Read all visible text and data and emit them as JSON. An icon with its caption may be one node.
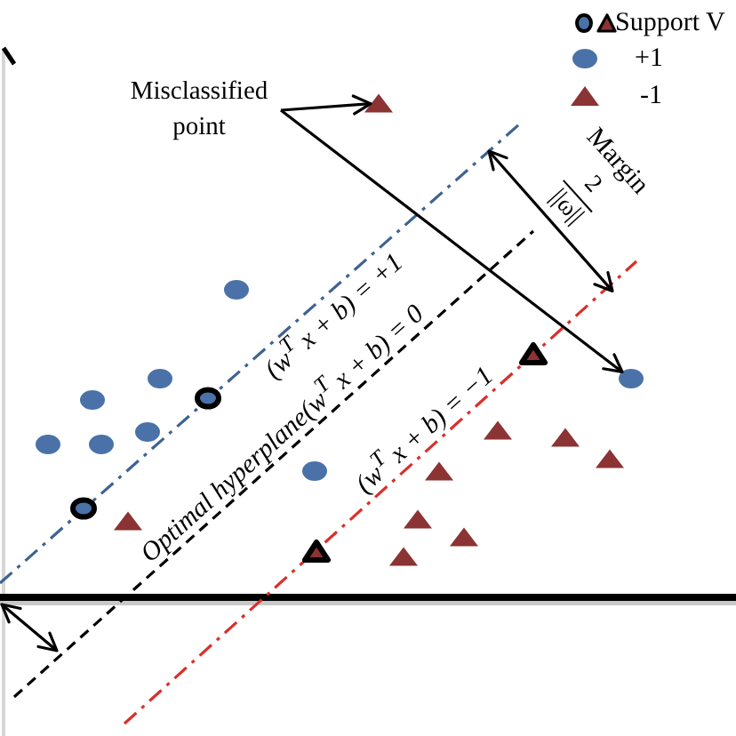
{
  "diagram": {
    "nodes": [
      {
        "text": [
          "Misclassified point"
        ]
      },
      {
        "text": [],
        "shape": "triangle"
      },
      {
        "text": [],
        "shape": "circle"
      },
      {
        "text": [],
        "shape": "triangle"
      },
      {
        "text": [],
        "shape": "circle"
      },
      {
        "text": [],
        "shape": "circle"
      },
      {
        "text": [],
        "shape": "circle"
      },
      {
        "text": [],
        "shape": "circle"
      },
      {
        "text": [],
        "shape": "triangle"
      },
      {
        "text": [],
        "shape": "circle"
      },
      {
        "text": [],
        "shape": "triangle"
      },
      {
        "text": [],
        "shape": "circle"
      },
      {
        "text": [],
        "shape": "circle"
      },
      {
        "text": [],
        "shape": "triangle"
      },
      {
        "text": [],
        "shape": "triangle"
      },
      {
        "text": [],
        "shape": "circle"
      },
      {
        "text": [],
        "shape": "circle"
      },
      {
        "text": [],
        "shape": "triangle"
      },
      {
        "text": [],
        "shape": "triangle"
      },
      {
        "text": [],
        "shape": "triangle"
      },
      {
        "text": [],
        "shape": "triangle"
      },
      {
        "text": [],
        "shape": "triangle"
      }
    ],
    "edges": [
      {
        "from": 0,
        "to": 1,
        "arrow": "to"
      },
      {
        "from": 0,
        "to": 5,
        "arrow": "to"
      }
    ],
    "labels": [
      "Margin",
      "2",
      "||ω||",
      "(w$^{T}$ x + b) = +1",
      "Optimal hyperplane(w$^{T}$ x + b) = 0",
      "(w$^{T}$ x + b) = −1"
    ],
    "legend": [
      {
        "text": "Support V"
      },
      {
        "text": "+1",
        "color": "#4a72a8"
      },
      {
        "text": "-1",
        "color": "#8c3333"
      }
    ]
  }
}
